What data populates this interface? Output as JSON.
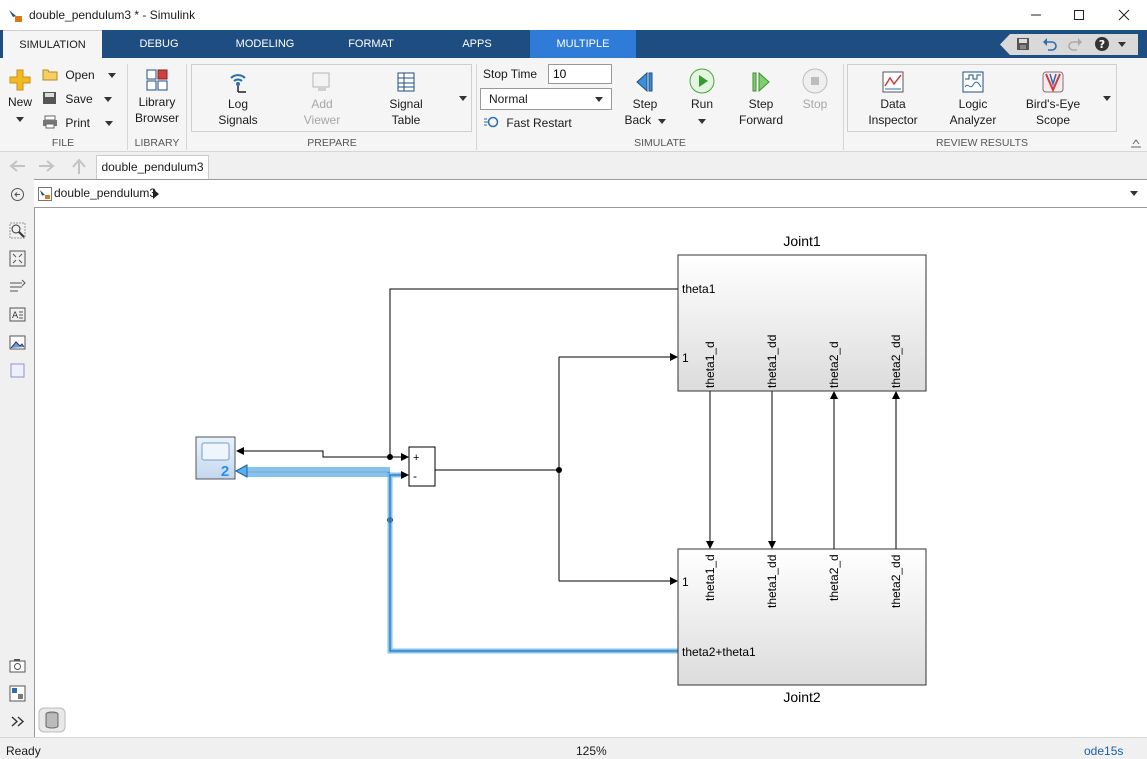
{
  "window": {
    "title": "double_pendulum3 * - Simulink"
  },
  "tabs": [
    {
      "label": "SIMULATION"
    },
    {
      "label": "DEBUG"
    },
    {
      "label": "MODELING"
    },
    {
      "label": "FORMAT"
    },
    {
      "label": "APPS"
    },
    {
      "label": "MULTIPLE"
    }
  ],
  "ribbon": {
    "file": {
      "new": "New",
      "open": "Open",
      "save": "Save",
      "print": "Print",
      "section": "FILE"
    },
    "library": {
      "line1": "Library",
      "line2": "Browser",
      "section": "LIBRARY"
    },
    "prepare": {
      "log": [
        "Log",
        "Signals"
      ],
      "add": [
        "Add",
        "Viewer"
      ],
      "signal": [
        "Signal",
        "Table"
      ],
      "section": "PREPARE"
    },
    "simulate": {
      "stop_time_label": "Stop Time",
      "stop_time_value": "10",
      "mode": "Normal",
      "fast_restart": "Fast Restart",
      "step_back": [
        "Step",
        "Back"
      ],
      "run": "Run",
      "step_forward": [
        "Step",
        "Forward"
      ],
      "stop": "Stop",
      "section": "SIMULATE"
    },
    "review": {
      "data": [
        "Data",
        "Inspector"
      ],
      "logic": [
        "Logic",
        "Analyzer"
      ],
      "birds": [
        "Bird's-Eye",
        "Scope"
      ],
      "section": "REVIEW RESULTS"
    }
  },
  "nav": {
    "file_tab": "double_pendulum3"
  },
  "breadcrumb": {
    "model": "double_pendulum3"
  },
  "diagram": {
    "joint1": {
      "title": "Joint1",
      "in_port_theta": "theta1",
      "in_port_num": "1",
      "ports": [
        "theta1_d",
        "theta1_dd",
        "theta2_d",
        "theta2_dd"
      ]
    },
    "joint2": {
      "title": "Joint2",
      "in_port_theta": "theta2+theta1",
      "in_port_num": "1",
      "ports": [
        "theta1_d",
        "theta1_dd",
        "theta2_d",
        "theta2_dd"
      ]
    },
    "sum": {
      "plus": "+",
      "minus": "-"
    },
    "scope_badge": "2"
  },
  "status": {
    "left": "Ready",
    "zoom": "125%",
    "solver": "ode15s"
  },
  "colors": {
    "ribbon_tabs": "#1e4d82",
    "multiple_tab": "#2f7bd8",
    "selected_signal": "#56b0f0"
  }
}
